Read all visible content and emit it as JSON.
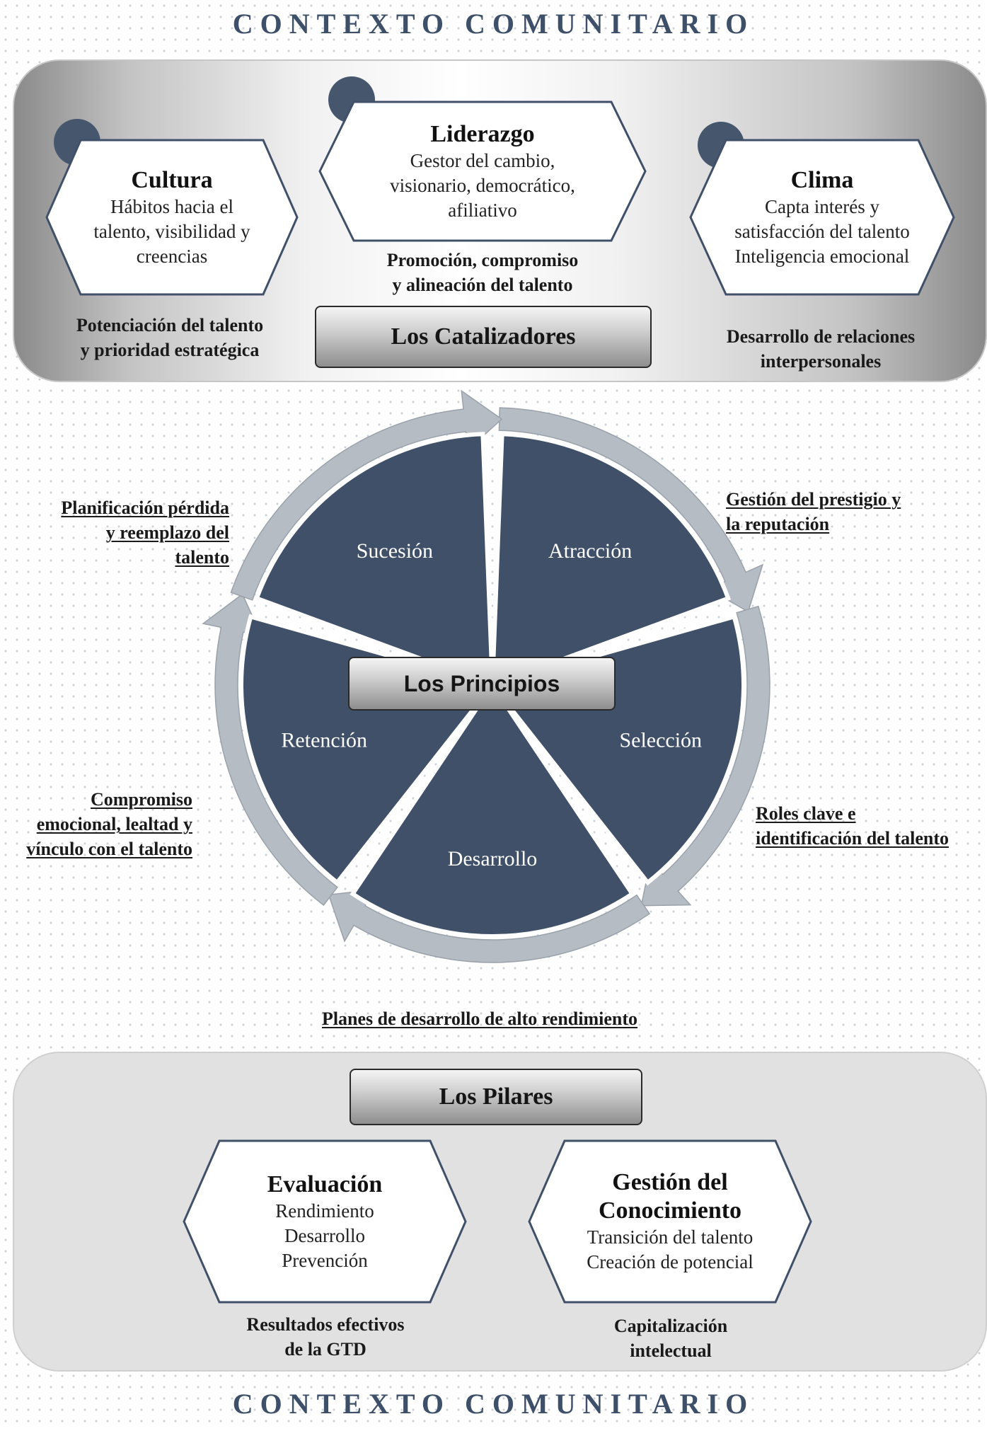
{
  "banner": "CONTEXTO COMUNITARIO",
  "catalizadores": {
    "title": "Los Catalizadores",
    "cultura": {
      "title": "Cultura",
      "lines": [
        "Hábitos hacia el",
        "talento, visibilidad y",
        "creencias"
      ],
      "caption": [
        "Potenciación del talento",
        "y prioridad estratégica"
      ]
    },
    "liderazgo": {
      "title": "Liderazgo",
      "lines": [
        "Gestor del cambio,",
        "visionario, democrático,",
        "afiliativo"
      ],
      "caption": [
        "Promoción, compromiso",
        "y alineación del talento"
      ]
    },
    "clima": {
      "title": "Clima",
      "lines": [
        "Capta interés y",
        "satisfacción del talento",
        "Inteligencia emocional"
      ],
      "caption": [
        "Desarrollo de relaciones",
        "interpersonales"
      ]
    }
  },
  "principios": {
    "title": "Los Principios",
    "segments": [
      "Atracción",
      "Selección",
      "Desarrollo",
      "Retención",
      "Sucesión"
    ],
    "annotations": {
      "atraccion": [
        "Gestión del prestigio y",
        "la reputación"
      ],
      "seleccion": [
        "Roles clave e",
        "identificación del talento"
      ],
      "desarrollo": [
        "Planes de desarrollo de alto rendimiento"
      ],
      "retencion": [
        "Compromiso",
        "emocional, lealtad y",
        "vínculo con el talento"
      ],
      "sucesion": [
        "Planificación pérdida",
        "y reemplazo del",
        "talento"
      ]
    }
  },
  "pilares": {
    "title": "Los Pilares",
    "evaluacion": {
      "title": "Evaluación",
      "lines": [
        "Rendimiento",
        "Desarrollo",
        "Prevención"
      ],
      "caption": [
        "Resultados efectivos",
        "de la GTD"
      ]
    },
    "conocimiento": {
      "title": [
        "Gestión del",
        "Conocimiento"
      ],
      "lines": [
        "Transición del talento",
        "Creación de potencial"
      ],
      "caption": [
        "Capitalización",
        "intelectual"
      ]
    }
  },
  "colors": {
    "segment": "#3f5068",
    "ring": "#b6bcc4",
    "banner": "#3d4f69",
    "dot": "#46566c"
  }
}
